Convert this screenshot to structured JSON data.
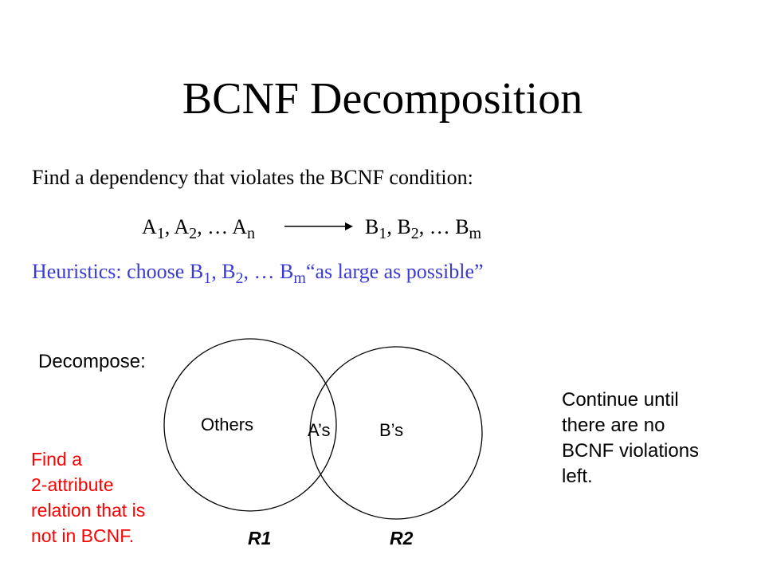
{
  "slide": {
    "title": "BCNF Decomposition",
    "intro": "Find a dependency that violates the BCNF condition:",
    "fd": {
      "lhs": [
        {
          "base": "A",
          "sub": "1",
          "sep": ", "
        },
        {
          "base": "A",
          "sub": "2",
          "sep": ", … "
        },
        {
          "base": "A",
          "sub": "n",
          "sep": ""
        }
      ],
      "rhs": [
        {
          "base": "B",
          "sub": "1",
          "sep": ", "
        },
        {
          "base": "B",
          "sub": "2",
          "sep": ", … "
        },
        {
          "base": "B",
          "sub": "m",
          "sep": ""
        }
      ]
    },
    "heuristics": {
      "prefix": "Heuristics: choose",
      "b1": "B",
      "b1_sub": "1",
      "b2": ", B",
      "b2_sub": "2",
      "bm": ", … B",
      "bm_sub": "m",
      "suffix": "“as large as possible”",
      "color": "#3a3ad6"
    },
    "decompose_label": "Decompose:",
    "venn": {
      "left_label": "Others",
      "center_label": "A’s",
      "right_label": "B’s",
      "r1": "R1",
      "r2": "R2"
    },
    "exercise_lines": [
      "Find a",
      "2-attribute",
      "relation that is",
      "not in BCNF."
    ],
    "exercise_color": "#ff0000",
    "continue_lines": [
      "Continue until",
      "there are no",
      "BCNF violations",
      "left."
    ]
  }
}
